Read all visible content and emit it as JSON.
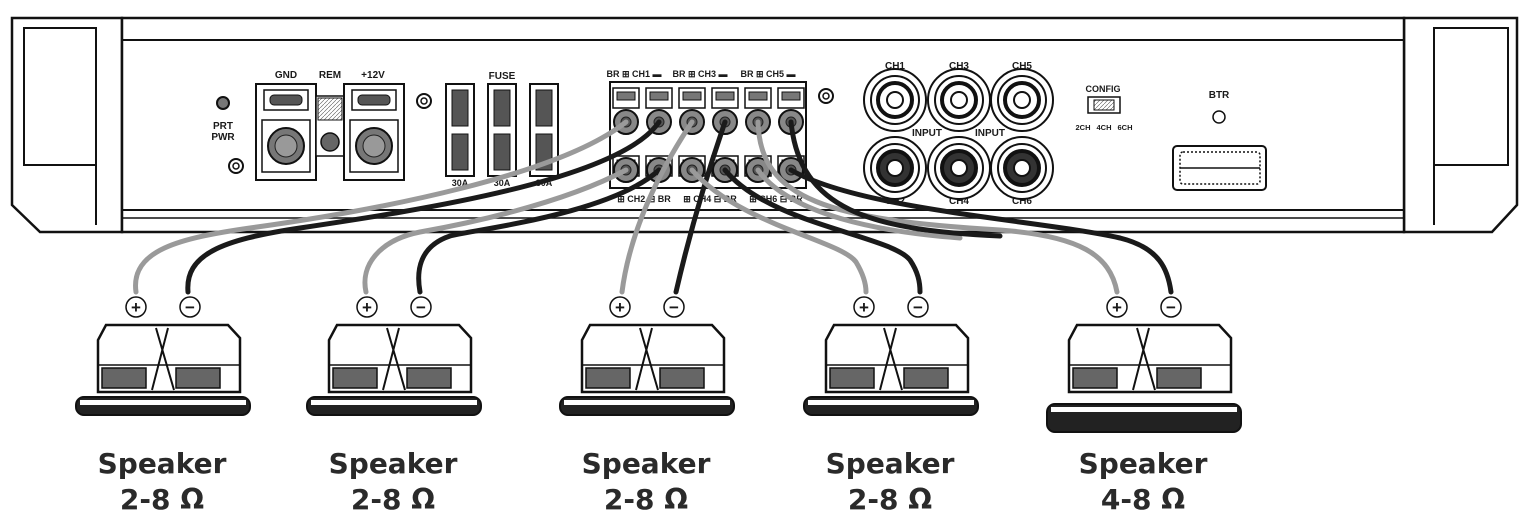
{
  "amplifier": {
    "power_labels": {
      "gnd": "GND",
      "rem": "REM",
      "plus12v": "+12V"
    },
    "indicator_label_1": "PRT",
    "indicator_label_2": "PWR",
    "fuse_label": "FUSE",
    "fuse_ratings": [
      "30A",
      "30A",
      "30A"
    ],
    "terminal_top": [
      {
        "br": "BR",
        "ch": "CH1"
      },
      {
        "br": "BR",
        "ch": "CH3"
      },
      {
        "br": "BR",
        "ch": "CH5"
      }
    ],
    "terminal_bottom": [
      {
        "ch": "CH2",
        "br": "BR"
      },
      {
        "ch": "CH4",
        "br": "BR"
      },
      {
        "ch": "CH6",
        "br": "BR"
      }
    ],
    "input_top": [
      "CH1",
      "CH3",
      "CH5"
    ],
    "input_bottom": [
      "CH2",
      "CH4",
      "CH6"
    ],
    "input_label": "INPUT",
    "config_label": "CONFIG",
    "config_options": [
      "2CH",
      "4CH",
      "6CH"
    ],
    "btr_label": "BTR"
  },
  "polarity": {
    "plus": "+",
    "minus": "−"
  },
  "speakers": [
    {
      "name": "Speaker",
      "impedance": "2-8 Ω"
    },
    {
      "name": "Speaker",
      "impedance": "2-8 Ω"
    },
    {
      "name": "Speaker",
      "impedance": "2-8 Ω"
    },
    {
      "name": "Speaker",
      "impedance": "2-8 Ω"
    },
    {
      "name": "Speaker",
      "impedance": "4-8 Ω"
    }
  ],
  "colors": {
    "positive_wire": "#9a9a9a",
    "negative_wire": "#1a1a1a",
    "outline": "#111111"
  }
}
